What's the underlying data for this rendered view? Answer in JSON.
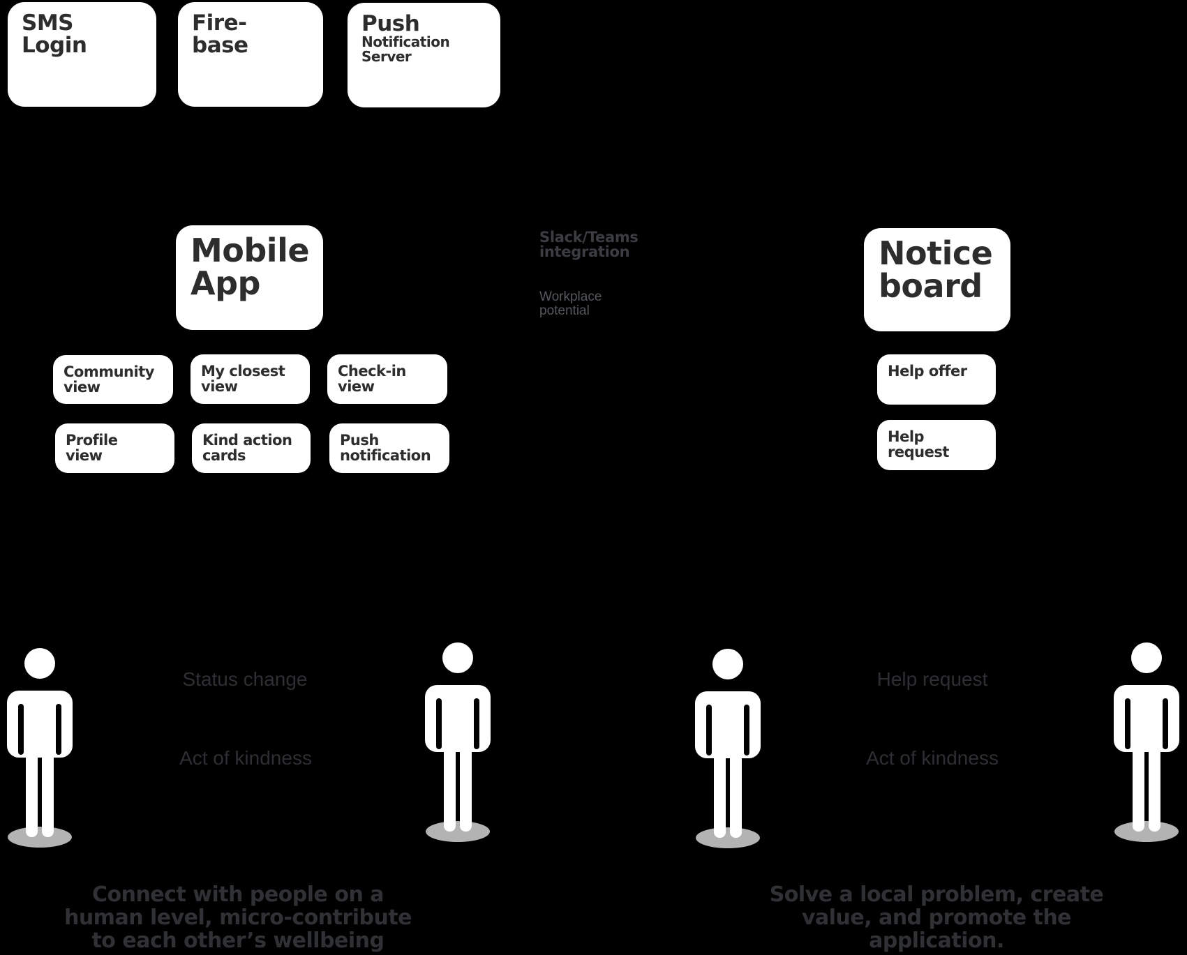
{
  "background": "#000000",
  "colors": {
    "box_bg": "#ffffff",
    "box_text": "#2d2d2d",
    "shadow": "#b3b3b3",
    "annotation_bold": "#3b3d42",
    "annotation_light": "#55585d",
    "connector_label": "#2d2f33",
    "caption": "#2f3134"
  },
  "top_boxes": [
    {
      "lines": [
        "SMS",
        "Login"
      ]
    },
    {
      "lines": [
        "Fire-",
        "base"
      ]
    },
    {
      "title": "Push",
      "subtitle_lines": [
        "Notification",
        "Server"
      ]
    }
  ],
  "mobile_app": {
    "lines": [
      "Mobile",
      "App"
    ]
  },
  "notice_board": {
    "lines": [
      "Notice",
      "board"
    ]
  },
  "mobile_features": [
    {
      "lines": [
        "Community",
        "view"
      ]
    },
    {
      "lines": [
        "My closest",
        "view"
      ]
    },
    {
      "lines": [
        "Check-in",
        "view"
      ]
    },
    {
      "lines": [
        "Profile",
        "view"
      ]
    },
    {
      "lines": [
        "Kind action",
        "cards"
      ]
    },
    {
      "lines": [
        "Push",
        "notification"
      ]
    }
  ],
  "notice_features": [
    {
      "lines": [
        "Help offer",
        ""
      ]
    },
    {
      "lines": [
        "Help",
        "request"
      ]
    }
  ],
  "annotations": {
    "slack_teams": {
      "lines": [
        "Slack/Teams",
        "integration"
      ]
    },
    "workplace": {
      "lines": [
        "Workplace",
        "potential"
      ]
    },
    "status_change": "Status change",
    "act_of_kindness_left": "Act of kindness",
    "help_request": "Help request",
    "act_of_kindness_right": "Act of kindness"
  },
  "captions": {
    "left_lines": [
      "Connect with people on a",
      "human level, micro-contribute",
      "to each other’s wellbeing"
    ],
    "right_lines": [
      "Solve a local problem, create",
      "value, and promote the",
      "application."
    ]
  },
  "persons": {
    "count": 4,
    "icon": "person-icon",
    "shadow_icon": "shadow-ellipse"
  }
}
